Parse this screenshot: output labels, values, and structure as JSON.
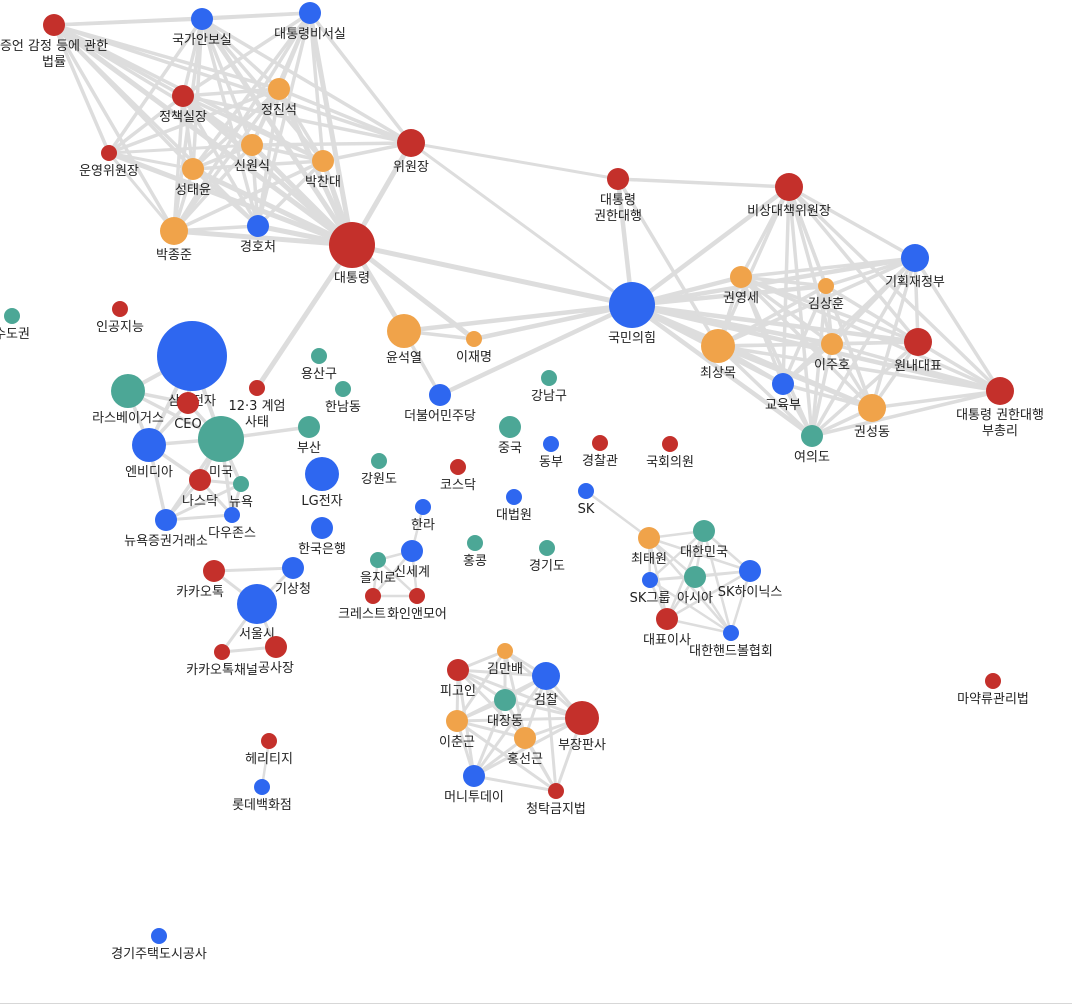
{
  "colors": {
    "person": "#f0a34a",
    "org": "#2e67f0",
    "place": "#4ca796",
    "keyword": "#c4302b",
    "edge": "#dddddd"
  },
  "nodes": [
    {
      "id": "n1",
      "label": "증언 감정 등에 관한\n법률",
      "group": "keyword"
    },
    {
      "id": "n2",
      "label": "국가안보실",
      "group": "org"
    },
    {
      "id": "n3",
      "label": "대통령비서실",
      "group": "org"
    },
    {
      "id": "n4",
      "label": "정진석",
      "group": "person"
    },
    {
      "id": "n5",
      "label": "정책실장",
      "group": "keyword"
    },
    {
      "id": "n6",
      "label": "운영위원장",
      "group": "keyword"
    },
    {
      "id": "n7",
      "label": "신원식",
      "group": "person"
    },
    {
      "id": "n8",
      "label": "박찬대",
      "group": "person"
    },
    {
      "id": "n9",
      "label": "위원장",
      "group": "keyword"
    },
    {
      "id": "n10",
      "label": "성태윤",
      "group": "person"
    },
    {
      "id": "n11",
      "label": "박종준",
      "group": "person"
    },
    {
      "id": "n12",
      "label": "경호처",
      "group": "org"
    },
    {
      "id": "n13",
      "label": "대통령",
      "group": "keyword"
    },
    {
      "id": "n14",
      "label": "대통령\n권한대행",
      "group": "keyword"
    },
    {
      "id": "n15",
      "label": "비상대책위원장",
      "group": "keyword"
    },
    {
      "id": "n16",
      "label": "기획재정부",
      "group": "org"
    },
    {
      "id": "n17",
      "label": "권영세",
      "group": "person"
    },
    {
      "id": "n18",
      "label": "김상훈",
      "group": "person"
    },
    {
      "id": "n19",
      "label": "국민의힘",
      "group": "org"
    },
    {
      "id": "n20",
      "label": "이주호",
      "group": "person"
    },
    {
      "id": "n21",
      "label": "원내대표",
      "group": "keyword"
    },
    {
      "id": "n22",
      "label": "최상목",
      "group": "person"
    },
    {
      "id": "n23",
      "label": "교육부",
      "group": "org"
    },
    {
      "id": "n24",
      "label": "대통령 권한대행\n부총리",
      "group": "keyword"
    },
    {
      "id": "n25",
      "label": "권성동",
      "group": "person"
    },
    {
      "id": "n26",
      "label": "여의도",
      "group": "place"
    },
    {
      "id": "n27",
      "label": "수도권",
      "group": "place"
    },
    {
      "id": "n28",
      "label": "인공지능",
      "group": "keyword"
    },
    {
      "id": "n29",
      "label": "삼성전자",
      "group": "org"
    },
    {
      "id": "n30",
      "label": "윤석열",
      "group": "person"
    },
    {
      "id": "n31",
      "label": "이재명",
      "group": "person"
    },
    {
      "id": "n32",
      "label": "용산구",
      "group": "place"
    },
    {
      "id": "n33",
      "label": "한남동",
      "group": "place"
    },
    {
      "id": "n34",
      "label": "12·3 계엄\n사태",
      "group": "keyword"
    },
    {
      "id": "n35",
      "label": "라스베이거스",
      "group": "place"
    },
    {
      "id": "n36",
      "label": "CEO",
      "group": "keyword"
    },
    {
      "id": "n37",
      "label": "더불어민주당",
      "group": "org"
    },
    {
      "id": "n38",
      "label": "강남구",
      "group": "place"
    },
    {
      "id": "n39",
      "label": "미국",
      "group": "place"
    },
    {
      "id": "n40",
      "label": "엔비디아",
      "group": "org"
    },
    {
      "id": "n41",
      "label": "부산",
      "group": "place"
    },
    {
      "id": "n42",
      "label": "중국",
      "group": "place"
    },
    {
      "id": "n43",
      "label": "동부",
      "group": "org"
    },
    {
      "id": "n44",
      "label": "경찰관",
      "group": "keyword"
    },
    {
      "id": "n45",
      "label": "국회의원",
      "group": "keyword"
    },
    {
      "id": "n46",
      "label": "나스닥",
      "group": "keyword"
    },
    {
      "id": "n47",
      "label": "뉴욕",
      "group": "place"
    },
    {
      "id": "n48",
      "label": "LG전자",
      "group": "org"
    },
    {
      "id": "n49",
      "label": "강원도",
      "group": "place"
    },
    {
      "id": "n50",
      "label": "코스닥",
      "group": "keyword"
    },
    {
      "id": "n51",
      "label": "다우존스",
      "group": "org"
    },
    {
      "id": "n52",
      "label": "뉴욕증권거래소",
      "group": "org"
    },
    {
      "id": "n53",
      "label": "대법원",
      "group": "org"
    },
    {
      "id": "n54",
      "label": "SK",
      "group": "org"
    },
    {
      "id": "n55",
      "label": "한라",
      "group": "org"
    },
    {
      "id": "n56",
      "label": "한국은행",
      "group": "org"
    },
    {
      "id": "n57",
      "label": "최태원",
      "group": "person"
    },
    {
      "id": "n58",
      "label": "대한민국",
      "group": "place"
    },
    {
      "id": "n59",
      "label": "홍콩",
      "group": "place"
    },
    {
      "id": "n60",
      "label": "경기도",
      "group": "place"
    },
    {
      "id": "n61",
      "label": "을지로",
      "group": "place"
    },
    {
      "id": "n62",
      "label": "신세계",
      "group": "org"
    },
    {
      "id": "n63",
      "label": "카카오톡",
      "group": "keyword"
    },
    {
      "id": "n64",
      "label": "기상청",
      "group": "org"
    },
    {
      "id": "n65",
      "label": "서울시",
      "group": "org"
    },
    {
      "id": "n66",
      "label": "크레스트",
      "group": "keyword"
    },
    {
      "id": "n67",
      "label": "화인앤모어",
      "group": "keyword"
    },
    {
      "id": "n68",
      "label": "SK그룹",
      "group": "org"
    },
    {
      "id": "n69",
      "label": "아시아",
      "group": "place"
    },
    {
      "id": "n70",
      "label": "SK하이닉스",
      "group": "org"
    },
    {
      "id": "n71",
      "label": "대표이사",
      "group": "keyword"
    },
    {
      "id": "n72",
      "label": "대한핸드볼협회",
      "group": "org"
    },
    {
      "id": "n73",
      "label": "카카오톡채널",
      "group": "keyword"
    },
    {
      "id": "n74",
      "label": "공사장",
      "group": "keyword"
    },
    {
      "id": "n75",
      "label": "김만배",
      "group": "person"
    },
    {
      "id": "n76",
      "label": "피고인",
      "group": "keyword"
    },
    {
      "id": "n77",
      "label": "검찰",
      "group": "org"
    },
    {
      "id": "n78",
      "label": "대장동",
      "group": "place"
    },
    {
      "id": "n79",
      "label": "부장판사",
      "group": "keyword"
    },
    {
      "id": "n80",
      "label": "이춘근",
      "group": "person"
    },
    {
      "id": "n81",
      "label": "홍선근",
      "group": "person"
    },
    {
      "id": "n82",
      "label": "마약류관리법",
      "group": "keyword"
    },
    {
      "id": "n83",
      "label": "헤리티지",
      "group": "keyword"
    },
    {
      "id": "n84",
      "label": "머니투데이",
      "group": "org"
    },
    {
      "id": "n85",
      "label": "청탁금지법",
      "group": "keyword"
    },
    {
      "id": "n86",
      "label": "롯데백화점",
      "group": "org"
    },
    {
      "id": "n87",
      "label": "경기주택도시공사",
      "group": "org"
    }
  ]
}
